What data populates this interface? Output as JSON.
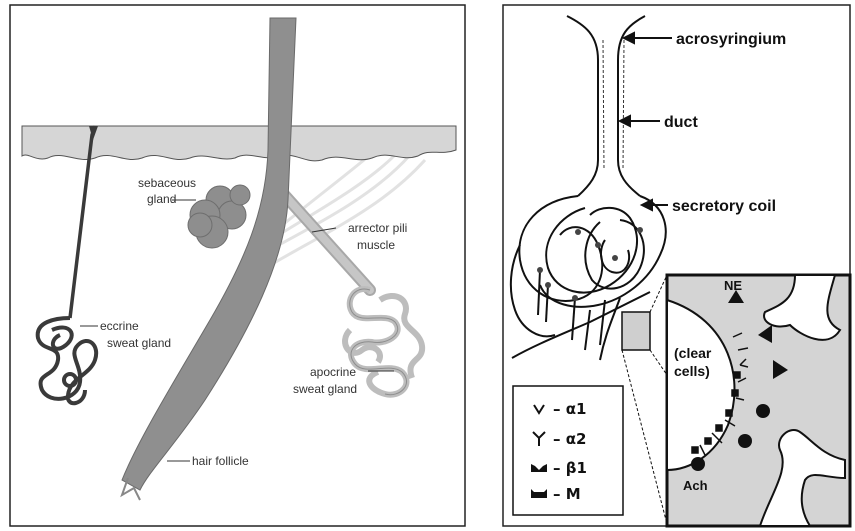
{
  "left_panel": {
    "labels": {
      "sebaceous_1": "sebaceous",
      "sebaceous_2": "gland",
      "arrector_1": "arrector pili",
      "arrector_2": "muscle",
      "eccrine_1": "eccrine",
      "eccrine_2": "sweat gland",
      "apocrine_1": "apocrine",
      "apocrine_2": "sweat gland",
      "hair_follicle": "hair follicle"
    }
  },
  "right_panel": {
    "labels": {
      "acrosyringium": "acrosyringium",
      "duct": "duct",
      "secretory_coil": "secretory coil",
      "ne": "NE",
      "clear_1": "(clear",
      "clear_2": "cells)",
      "ach": "Ach"
    },
    "legend": [
      {
        "symbol": "v",
        "label": "– α1"
      },
      {
        "symbol": "Y",
        "label": "– α2"
      },
      {
        "symbol": "▟▙",
        "label": "– β1"
      },
      {
        "symbol": "⌴",
        "label": "– M"
      }
    ]
  },
  "colors": {
    "skin_surface": "#d6d6d6",
    "hair": "#8f8f8f",
    "gland_dark": "#3a3a3a",
    "apocrine": "#bdbdbd",
    "inset_bg": "#d4d4d4"
  }
}
